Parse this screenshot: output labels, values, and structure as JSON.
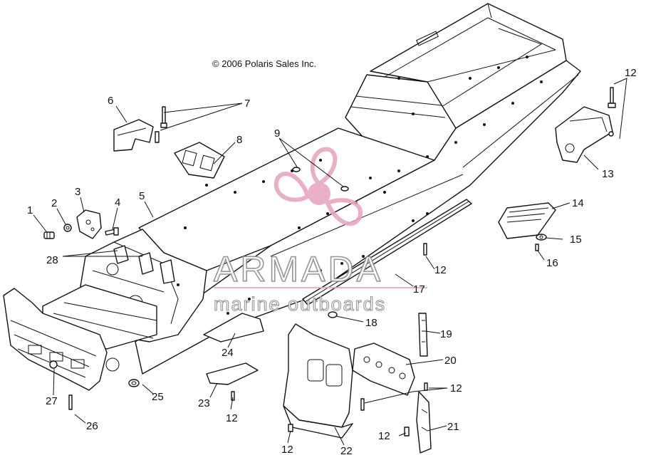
{
  "copyright": "© 2006 Polaris Sales Inc.",
  "watermark": {
    "brand": "ARMADA",
    "tagline": "marine outboards",
    "color": "#e8a6c3",
    "text_color": "#8a8a8a"
  },
  "callouts": [
    "1",
    "2",
    "3",
    "4",
    "5",
    "6",
    "7",
    "8",
    "9",
    "12",
    "12",
    "12",
    "12",
    "12",
    "12",
    "13",
    "14",
    "15",
    "16",
    "17",
    "18",
    "19",
    "20",
    "21",
    "22",
    "23",
    "24",
    "25",
    "26",
    "27",
    "28"
  ]
}
